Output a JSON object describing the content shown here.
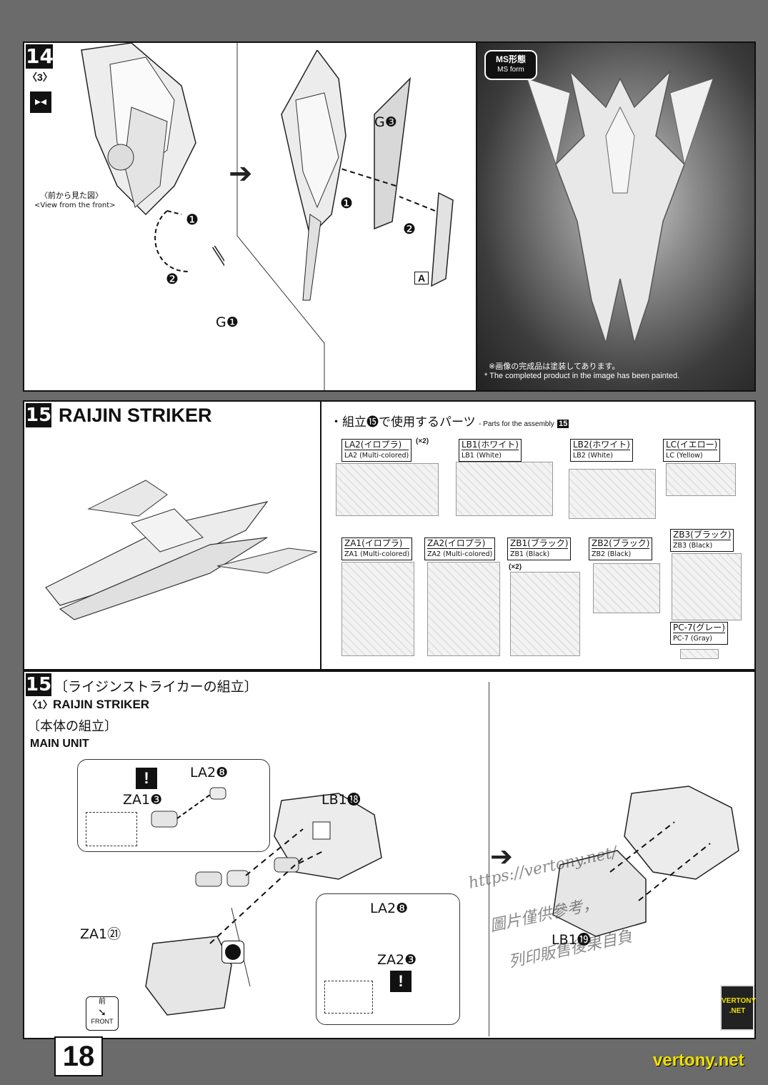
{
  "page_number": "18",
  "footer_site": "vertony.net",
  "logo_text": "VERTONY .NET",
  "colors": {
    "background": "#6b6b6b",
    "ink": "#111111",
    "site_label": "#f0e000"
  },
  "step14": {
    "number": "14",
    "sub": "3",
    "front_view_jp": "〈前から見た図〉",
    "front_view_en": "<View from the front>",
    "part_g1": "G❶",
    "part_g3": "G❸",
    "part_a": "A",
    "arrow1": "❶",
    "arrow2": "❷",
    "ms_form_jp": "MS形態",
    "ms_form_en": "MS form",
    "note_jp": "※画像の完成品は塗装してあります。",
    "note_en": "* The completed product in the image has been painted."
  },
  "step15": {
    "number": "15",
    "title": "RAIJIN STRIKER",
    "parts_heading_jp": "・組立⓯で使用するパーツ",
    "parts_heading_en": "- Parts for the assembly",
    "parts_heading_num": "15",
    "runners": [
      {
        "jp": "LA2(イロプラ)",
        "en": "LA2 (Multi-colored)",
        "qty": "(×2)"
      },
      {
        "jp": "LB1(ホワイト)",
        "en": "LB1 (White)",
        "qty": ""
      },
      {
        "jp": "LB2(ホワイト)",
        "en": "LB2 (White)",
        "qty": ""
      },
      {
        "jp": "LC(イエロー)",
        "en": "LC (Yellow)",
        "qty": ""
      },
      {
        "jp": "ZA1(イロプラ)",
        "en": "ZA1 (Multi-colored)",
        "qty": ""
      },
      {
        "jp": "ZA2(イロプラ)",
        "en": "ZA2 (Multi-colored)",
        "qty": ""
      },
      {
        "jp": "ZB1(ブラック)",
        "en": "ZB1 (Black)",
        "qty": "(×2)"
      },
      {
        "jp": "ZB2(ブラック)",
        "en": "ZB2 (Black)",
        "qty": ""
      },
      {
        "jp": "ZB3(ブラック)",
        "en": "ZB3 (Black)",
        "qty": ""
      },
      {
        "jp": "PC-7(グレー)",
        "en": "PC-7 (Gray)",
        "qty": ""
      }
    ]
  },
  "step15_1": {
    "number": "15",
    "title_jp": "〔ライジンストライカーの組立〕",
    "sub": "1",
    "title_en": "RAIJIN STRIKER",
    "section_jp": "〔本体の組立〕",
    "section_en": "MAIN UNIT",
    "labels": {
      "la2_8_a": "LA2❽",
      "za1_3": "ZA1❸",
      "lb1_18": "LB1⓲",
      "za1_21": "ZA1㉑",
      "la2_8_b": "LA2❽",
      "za2_3": "ZA2❸",
      "lb1_19": "LB1⓳",
      "warn": "!"
    },
    "front_jp": "前",
    "front_en": "FRONT"
  },
  "watermark": {
    "line1": "https://vertony.net/",
    "line2": "圖片僅供參考，",
    "line3": "列印販售後果自負"
  }
}
